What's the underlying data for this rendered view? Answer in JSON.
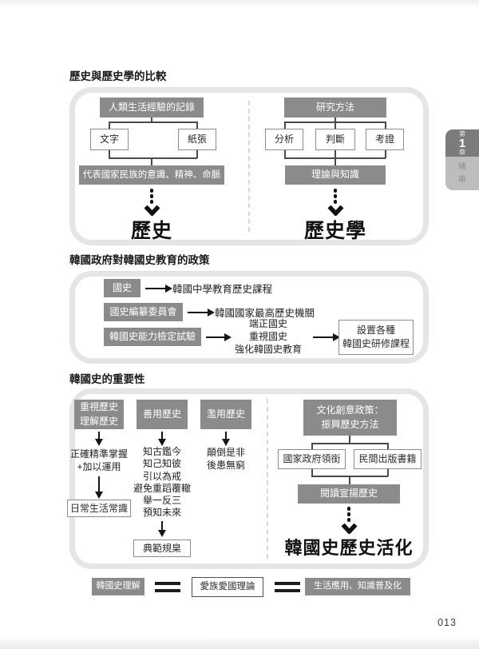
{
  "page": {
    "number": "013"
  },
  "tab": {
    "chapter_top": "第",
    "chapter_num": "1",
    "chapter_bottom": "章",
    "section_label": "緒論"
  },
  "s1": {
    "title": "歷史與歷史學的比較",
    "left": {
      "root": "人類生活經驗的記錄",
      "child1": "文字",
      "child2": "紙張",
      "merge": "代表國家民族的意識、精神、命脈",
      "result": "歷史"
    },
    "right": {
      "root": "研究方法",
      "child1": "分析",
      "child2": "判斷",
      "child3": "考證",
      "merge": "理論與知識",
      "result": "歷史學"
    }
  },
  "s2": {
    "title": "韓國政府對韓國史教育的政策",
    "row1": {
      "box": "國史",
      "text": "韓國中學教育歷史課程"
    },
    "row2": {
      "box": "國史編纂委員會",
      "text": "韓國國家最高歷史機關"
    },
    "row3": {
      "box": "韓國史能力檢定試驗",
      "mid": "端正國史\n重視國史\n強化韓國史教育",
      "result": "設置各種\n韓國史研修課程"
    }
  },
  "s3": {
    "title": "韓國史的重要性",
    "col1": {
      "header": "重視歷史\n理解歷史",
      "text": "正確精準掌握\n+加以運用",
      "result": "日常生活常識"
    },
    "col2": {
      "header": "善用歷史",
      "text": "知古鑑今\n知己知彼\n引以為戒\n避免重蹈覆轍\n舉一反三\n預知未來",
      "result": "典範規臬"
    },
    "col3": {
      "header": "濫用歷史",
      "text": "顛倒是非\n後患無窮"
    },
    "col4": {
      "header": "文化創意政策：\n振興歷史方法",
      "child1": "國家政府領銜",
      "child2": "民間出版書籍",
      "merge": "閱讀宣揚歷史",
      "result": "韓國史歷史活化"
    }
  },
  "footer": {
    "left": "韓國史理解",
    "middle": "愛族愛國理論",
    "right": "生活應用、知識普及化"
  },
  "colors": {
    "box_gray": "#8b8b8b",
    "tab_dark": "#7b7b7b",
    "tab_light": "#bdbdbd",
    "panel_border": "#e5e5e5",
    "arrow": "#151515"
  }
}
